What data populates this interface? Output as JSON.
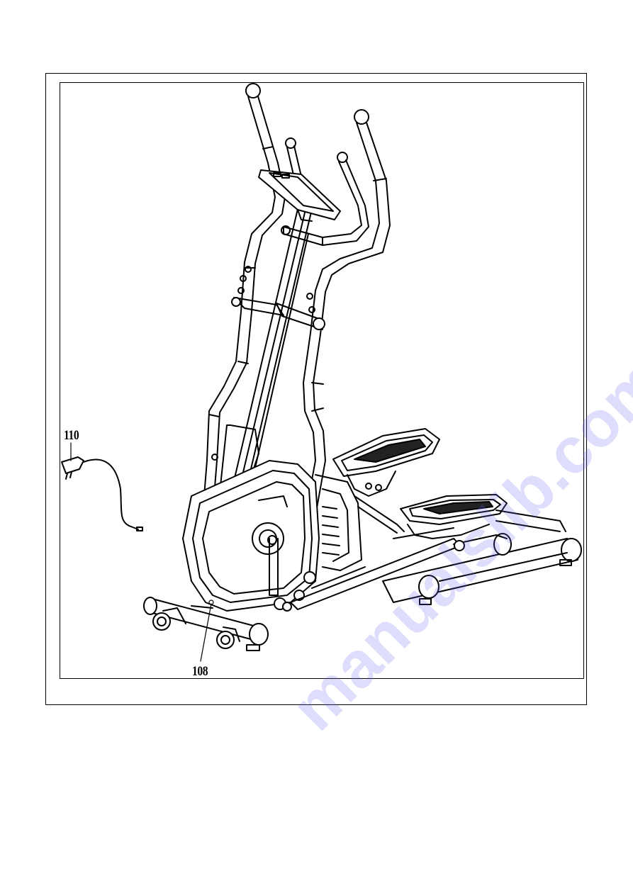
{
  "figure": {
    "callouts": [
      {
        "id": "110",
        "label": "110"
      },
      {
        "id": "108",
        "label": "108"
      }
    ]
  },
  "watermark": {
    "text": "manualslib.com",
    "color": "#6b6bf0"
  },
  "colors": {
    "line": "#000000",
    "background": "#ffffff"
  }
}
